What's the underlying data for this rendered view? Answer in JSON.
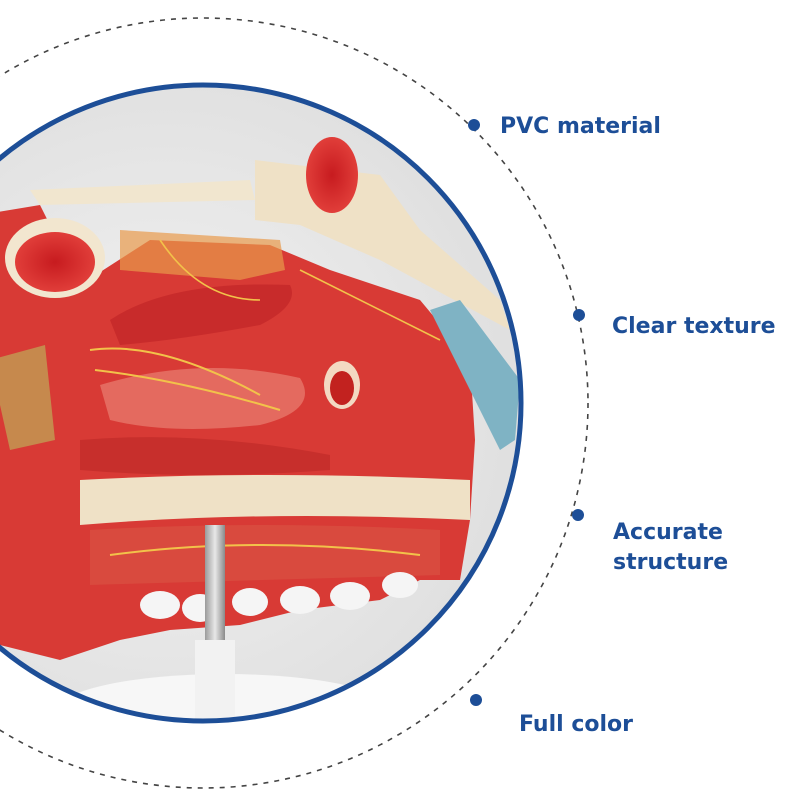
{
  "colors": {
    "accent": "#1d4e97",
    "text": "#1d4e97",
    "dashed_ring": "#444444",
    "background": "#ffffff"
  },
  "features": [
    {
      "label": "PVC material"
    },
    {
      "label": "Clear texture"
    },
    {
      "label": "Accurate",
      "label_line2": "structure"
    },
    {
      "label": "Full color"
    }
  ]
}
